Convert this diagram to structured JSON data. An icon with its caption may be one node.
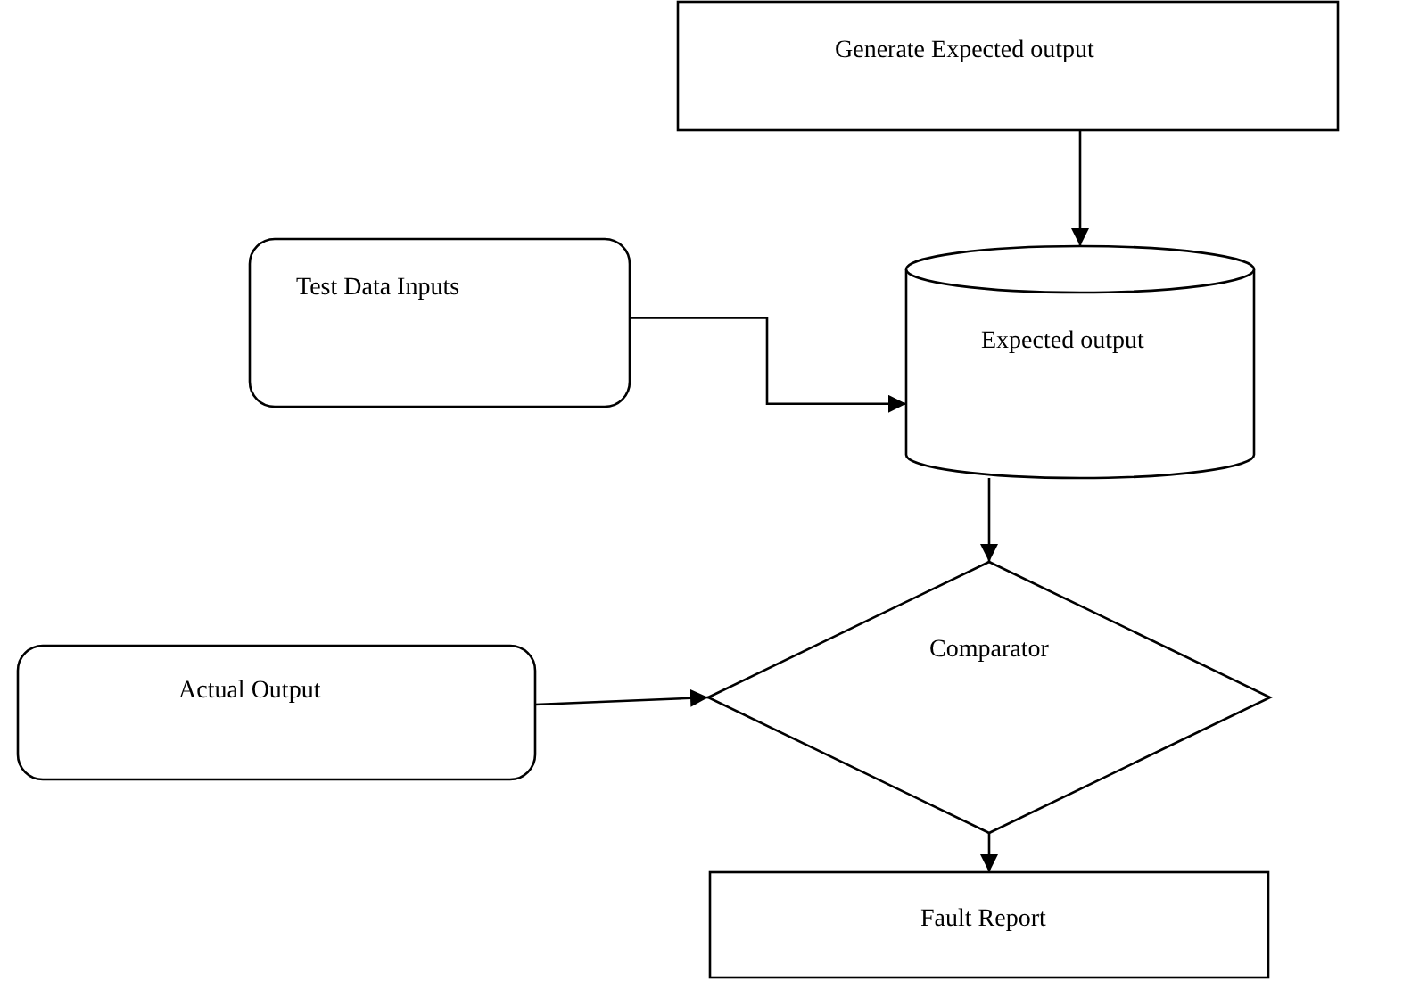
{
  "diagram": {
    "nodes": [
      {
        "text": [
          "Generate Expected output"
        ]
      },
      {
        "text": [
          "Test Data Inputs"
        ]
      },
      {
        "text": [
          "Expected output"
        ]
      },
      {
        "text": [
          "Actual Output"
        ]
      },
      {
        "text": [
          "Comparator"
        ]
      },
      {
        "text": [
          "Fault Report"
        ]
      }
    ],
    "edges": [
      {
        "from": 0,
        "to": 2,
        "arrow": "to"
      },
      {
        "from": 1,
        "to": 2,
        "arrow": "to"
      },
      {
        "from": 2,
        "to": 4,
        "arrow": "to"
      },
      {
        "from": 3,
        "to": 4,
        "arrow": "to"
      },
      {
        "from": 4,
        "to": 5,
        "arrow": "to"
      }
    ]
  }
}
